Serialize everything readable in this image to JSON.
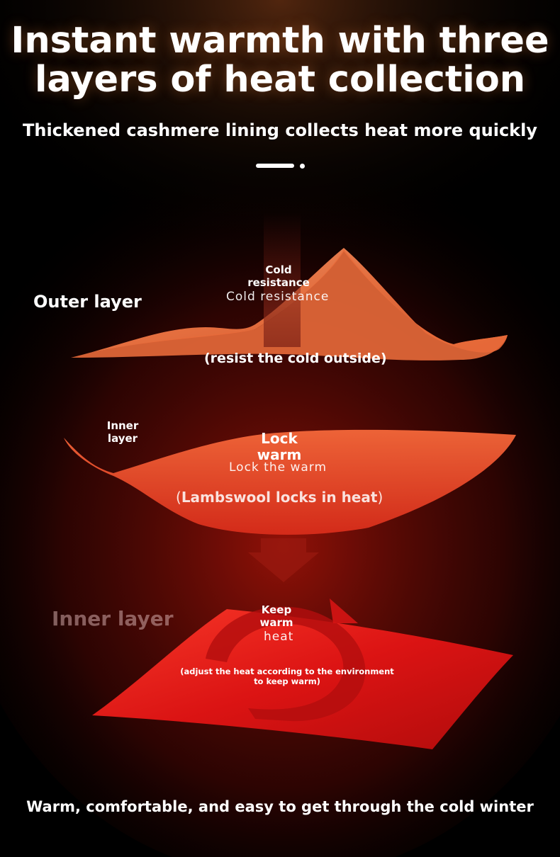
{
  "title": "Instant warmth with three layers of heat collection",
  "subtitle": "Thickened cashmere lining collects heat more quickly",
  "layers": [
    {
      "side_label": "Outer layer",
      "tag": "Cold resistance",
      "tag_sub": "Cold resistance",
      "note": "(resist the cold outside)"
    },
    {
      "side_label": "Inner layer",
      "tag": "Lock warm",
      "tag_sub": "Lock the warm",
      "note": "Lambswool locks in heat"
    },
    {
      "side_label": "Inner layer",
      "tag": "Keep warm",
      "tag_sub": "heat",
      "note": "(adjust the heat according to the environment to keep warm)"
    }
  ],
  "footer": "Warm, comfortable, and easy to get through the cold winter",
  "colors": {
    "background": "#000000",
    "outer_fabric": "#f07a45",
    "middle_fabric": "#ef4a2a",
    "inner_fabric": "#e01818",
    "glow": "#b81d10"
  }
}
